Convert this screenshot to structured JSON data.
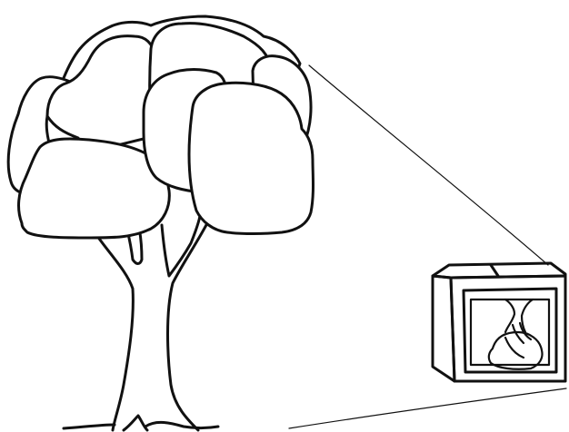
{
  "figure": {
    "subjects": [
      "tree",
      "camera-obscura-box",
      "inverted-tree-image"
    ],
    "ink_color": "#111111",
    "background_color": "#ffffff"
  }
}
